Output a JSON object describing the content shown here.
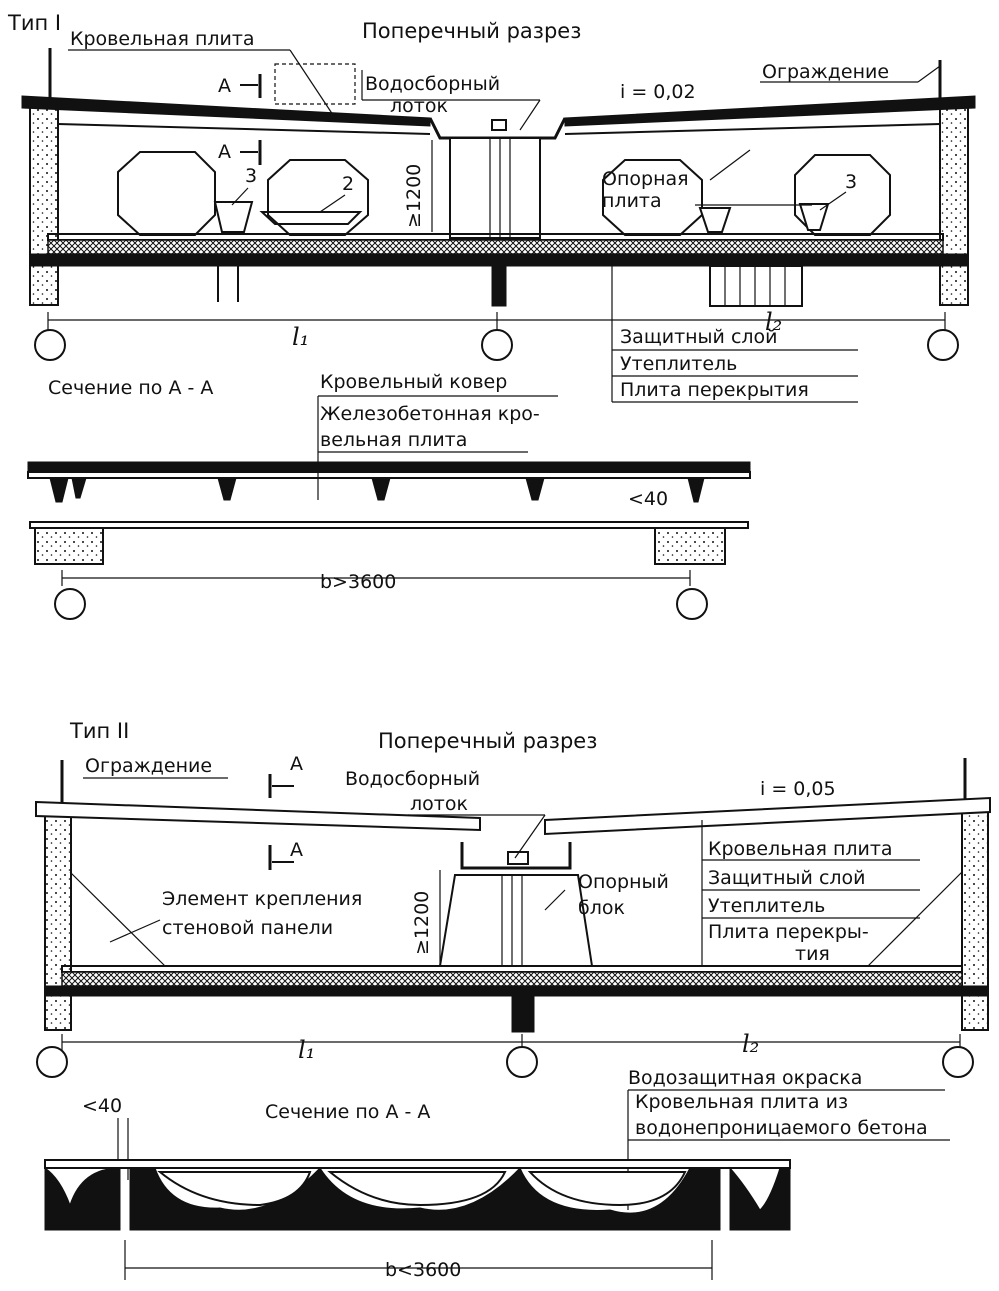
{
  "type1": {
    "tag": "Тип I",
    "title": "Поперечный разрез",
    "roof_plate": "Кровельная плита",
    "drain_tray_1": "Водосборный",
    "drain_tray_2": "лоток",
    "slope": "i = 0,02",
    "fence": "Ограждение",
    "section_mark": "А",
    "height": "≥1200",
    "support_plate_1": "Опорная",
    "support_plate_2": "плита",
    "num_2": "2",
    "num_3": "3",
    "span_1": "l₁",
    "span_2": "l₂",
    "layer_protect": "Защитный  слой",
    "layer_insul": "Утеплитель",
    "layer_floor": "Плита перекрытия",
    "section_title": "Сечение по А - А",
    "roof_carpet": "Кровельный ковер",
    "rc_plate_1": "Железобетонная кро-",
    "rc_plate_2": "вельная  плита",
    "gap": "<40",
    "width": "b>3600"
  },
  "type2": {
    "tag": "Тип II",
    "title": "Поперечный разрез",
    "fence": "Ограждение",
    "section_mark": "А",
    "drain_tray_1": "Водосборный",
    "drain_tray_2": "лоток",
    "slope": "i = 0,05",
    "roof_plate": "Кровельная плита",
    "layer_protect": "Защитный слой",
    "layer_insul": "Утеплитель",
    "layer_floor_1": "Плита перекры-",
    "layer_floor_2": "тия",
    "support_block_1": "Опорный",
    "support_block_2": "блок",
    "wall_fix_1": "Элемент крепления",
    "wall_fix_2": "стеновой панели",
    "height": "≥1200",
    "span_1": "l₁",
    "span_2": "l₂",
    "waterproof_paint": "Водозащитная окраска",
    "plate_waterproof_1": "Кровельная плита из",
    "plate_waterproof_2": "водонепроницаемого бетона",
    "section_title": "Сечение по А - А",
    "gap": "<40",
    "width": "b<3600"
  }
}
